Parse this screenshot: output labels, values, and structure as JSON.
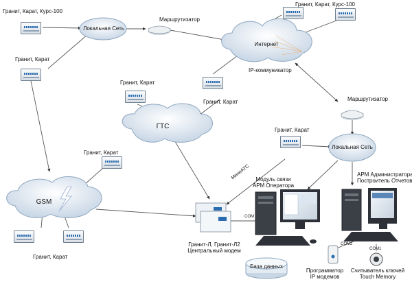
{
  "labels": {
    "granit_karat_kurs_left": "Гранит, Карат, Курс-100",
    "lan_top": "Локальная Сеть",
    "router_top": "Маршрутизатор",
    "granit_karat_kurs_right": "Гранит, Карат, Курс-100",
    "internet": "Интернет",
    "ip_communicator": "IP-коммуникатор",
    "granit_karat_left": "Гранит, Карат",
    "granit_karat_mid": "Гранит, Карат",
    "granit_karat_pstn": "Гранит, Карат",
    "pstn": "ГТС",
    "router_right": "Маршрутизатор",
    "granit_karat_right": "Гранит, Карат",
    "lan_right": "Локальная Сеть",
    "granit_karat_gsm": "Гранит, Карат",
    "gsm": "GSM",
    "mini_ats": "МиниАТС",
    "operator_module_line1": "Модуль связи",
    "operator_module_line2": "АРМ Оператора",
    "admin_line1": "АРМ Администратора",
    "admin_line2": "Построитель Отчетов",
    "com": "COM",
    "com2": "COM2",
    "com1": "COM1",
    "central_modem_line1": "Гранит-Л, Гранит-Л2",
    "central_modem_line2": "Центральный модем",
    "granit_karat_bottom": "Гранит, Карат",
    "database": "База данных",
    "programmer_line1": "Программатор",
    "programmer_line2": "IP модемов",
    "reader_line1": "Считыватель ключей",
    "reader_line2": "Touch Memory"
  },
  "colors": {
    "cloud_fill": "#e1eaf3",
    "cloud_edge": "#8ea7c0",
    "line": "#444444",
    "device_blue": "#2b6cb0"
  }
}
